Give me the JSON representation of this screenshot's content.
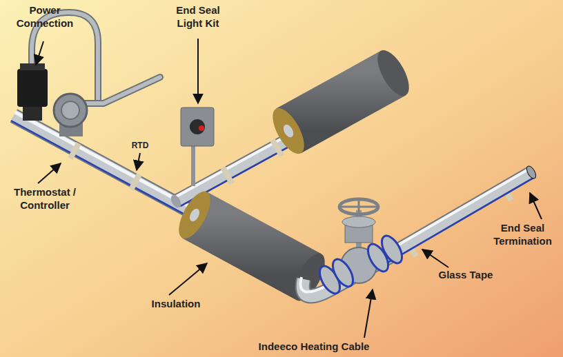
{
  "diagram": {
    "labels": [
      "Power Connection",
      "End Seal Light Kit",
      "RTD",
      "Thermostat / Controller",
      "Insulation",
      "End Seal Termination",
      "Glass Tape",
      "Indeeco Heating Cable"
    ]
  }
}
